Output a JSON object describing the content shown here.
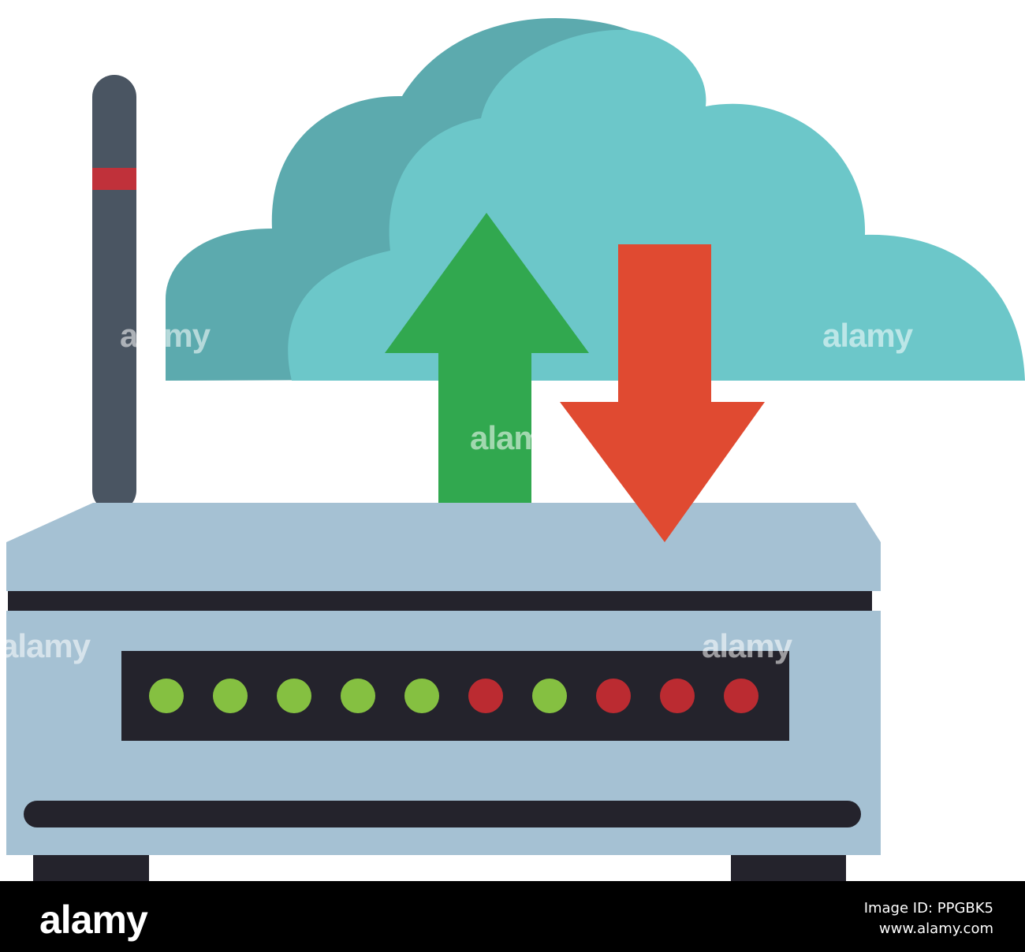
{
  "illustration": {
    "subject": [
      "router-icon",
      "cloud-icon",
      "upload-arrow-icon",
      "download-arrow-icon"
    ],
    "led_states": [
      "green",
      "green",
      "green",
      "green",
      "green",
      "red",
      "green",
      "red",
      "red",
      "red"
    ],
    "colors": {
      "cloud_back": "#5caaae",
      "cloud_front": "#6cc7c9",
      "upload_arrow": "#31a84f",
      "download_arrow": "#e04a31",
      "router_body": "#a5c1d3",
      "router_dark": "#24232c",
      "antenna": "#4a5562",
      "antenna_band": "#c0313a",
      "led_green": "#85c041",
      "led_red": "#bb2b31"
    }
  },
  "watermark": {
    "text": "alamy",
    "partial": "alam"
  },
  "footer": {
    "brand": "alamy",
    "image_id": "Image ID: PPGBK5",
    "site": "www.alamy.com"
  }
}
